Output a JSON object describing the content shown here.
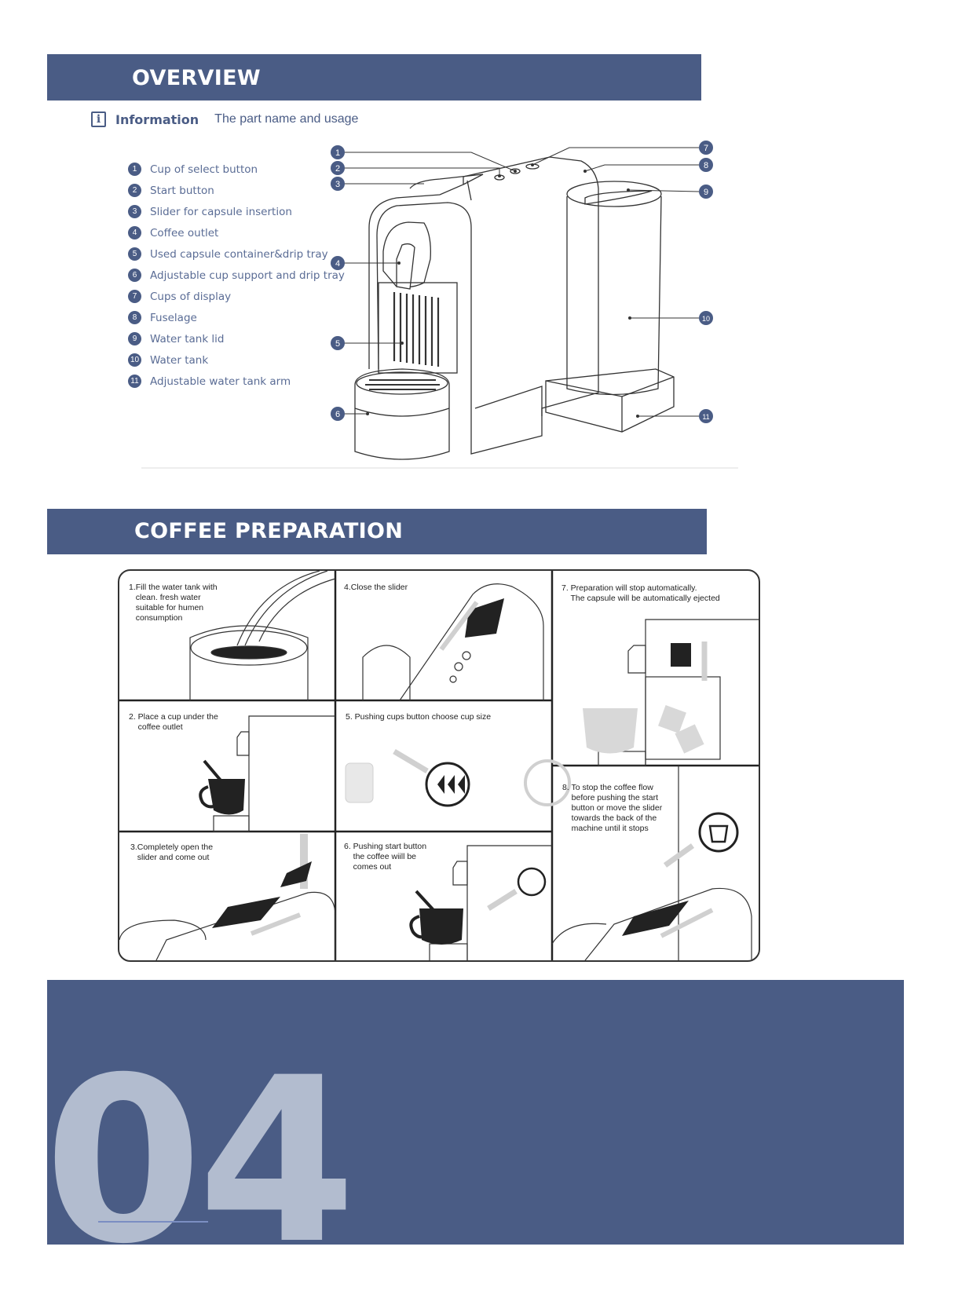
{
  "overview": {
    "title": "OVERVIEW",
    "info_label": "Information",
    "info_desc": "The part name and usage",
    "parts": [
      {
        "num": "1",
        "label": "Cup of select button"
      },
      {
        "num": "2",
        "label": "Start button"
      },
      {
        "num": "3",
        "label": "Slider for capsule insertion"
      },
      {
        "num": "4",
        "label": "Coffee outlet"
      },
      {
        "num": "5",
        "label": "Used capsule container&drip tray"
      },
      {
        "num": "6",
        "label": "Adjustable cup support and drip tray"
      },
      {
        "num": "7",
        "label": "Cups of display"
      },
      {
        "num": "8",
        "label": "Fuselage"
      },
      {
        "num": "9",
        "label": "Water tank lid"
      },
      {
        "num": "10",
        "label": "Water tank"
      },
      {
        "num": "11",
        "label": "Adjustable water tank arm"
      }
    ]
  },
  "preparation": {
    "title": "COFFEE PREPARATION",
    "steps": [
      {
        "text": "1.Fill the water tank with\n   clean. fresh water\n   suitable for humen\n   consumption"
      },
      {
        "text": "2. Place a cup under the\n    coffee outlet"
      },
      {
        "text": "3.Completely open the\n   slider and come out"
      },
      {
        "text": "4.Close the slider"
      },
      {
        "text": "5. Pushing cups button choose cup size"
      },
      {
        "text": "6. Pushing start button\n    the coffee wiill be\n    comes out"
      },
      {
        "text": "7. Preparation will stop automatically.\n    The capsule will be automatically ejected"
      },
      {
        "text": "8. To stop the coffee flow\n    before pushing the start\n    button or move the slider\n    towards the back of the\n    machine until it stops"
      }
    ]
  },
  "page_number": "04",
  "colors": {
    "brand": "#4a5c85",
    "page_number": "#b2bccf"
  }
}
